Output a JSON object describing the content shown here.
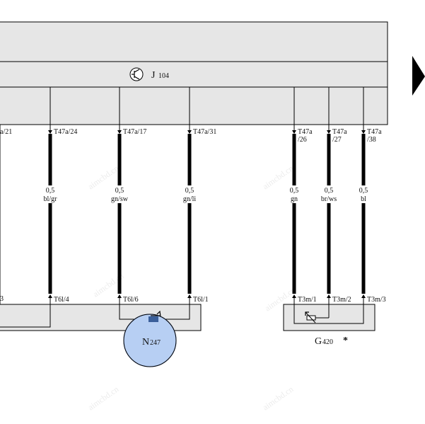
{
  "watermark": "aimcbd.cn",
  "control_unit": {
    "symbol": "transistor-icon",
    "label": "J",
    "number": "104"
  },
  "wires": [
    {
      "pin_top": "T47a/24",
      "pin_top2": "",
      "size": "0,5",
      "color": "bl/gr",
      "pin_bottom": "T6l/4"
    },
    {
      "pin_top": "T47a/17",
      "pin_top2": "",
      "size": "0,5",
      "color": "gn/sw",
      "pin_bottom": "T6l/6"
    },
    {
      "pin_top": "T47a/31",
      "pin_top2": "",
      "size": "0,5",
      "color": "gn/li",
      "pin_bottom": "T6l/1"
    },
    {
      "pin_top": "T47a",
      "pin_top2": "/26",
      "size": "0,5",
      "color": "gn",
      "pin_bottom": "T3m/1"
    },
    {
      "pin_top": "T47a",
      "pin_top2": "/27",
      "size": "0,5",
      "color": "br/ws",
      "pin_bottom": "T3m/2"
    },
    {
      "pin_top": "T47a",
      "pin_top2": "/38",
      "size": "0,5",
      "color": "bl",
      "pin_bottom": "T3m/3"
    }
  ],
  "partial_labels": {
    "left_top": "a/21",
    "left_bottom": "3"
  },
  "components": {
    "valve": {
      "label": "N",
      "number": "247",
      "highlight_color": "#b7cff3"
    },
    "sensor": {
      "label": "G",
      "number": "420",
      "marker": "*"
    }
  },
  "colors": {
    "box_fill": "#e6e6e6",
    "line": "#000000",
    "highlight_stroke": "#7f9fd8",
    "flag": "#3a5f9a"
  }
}
